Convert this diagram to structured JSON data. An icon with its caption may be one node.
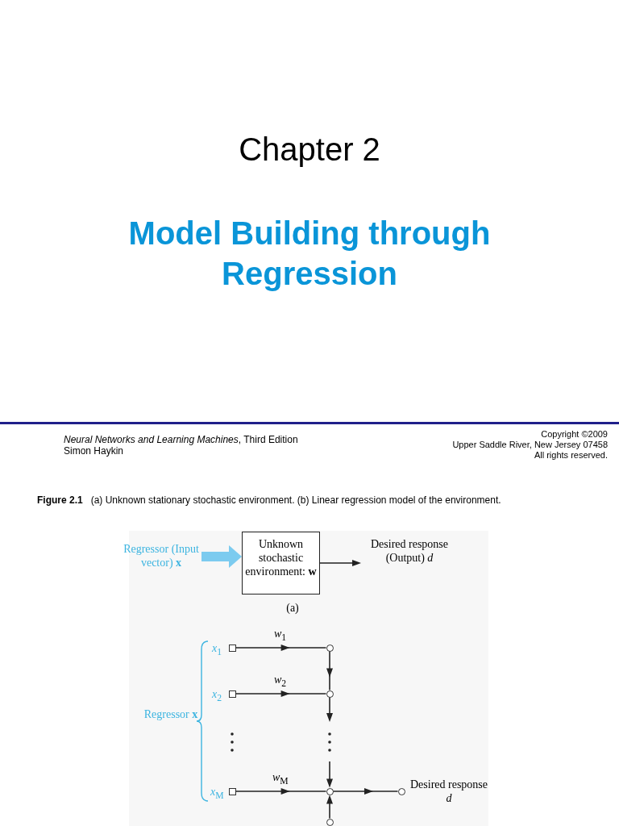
{
  "diagram": {
    "caption": "**Figure 2.1**   (a) Unknown stationary stochastic environment. (b) Linear regression model of the environment.",
    "nodes": [
      {
        "text": [
          "Regressor (Input vector) **x**"
        ]
      },
      {
        "text": [
          "Unknown stochastic environment: **w**"
        ]
      },
      {
        "text": [
          "Desired response (Output) *d*"
        ]
      },
      {
        "text": [],
        "shape": "box",
        "beside": [
          "*x*$_{1}$"
        ]
      },
      {
        "text": [],
        "shape": "box",
        "beside": [
          "*x*$_{2}$"
        ]
      },
      {
        "text": [],
        "shape": "box",
        "beside": [
          "*x*$_{M}$"
        ]
      },
      {
        "text": [],
        "shape": "circle"
      },
      {
        "text": [],
        "shape": "circle"
      },
      {
        "text": [],
        "shape": "circle"
      },
      {
        "text": [],
        "shape": "circle",
        "beside": [
          "Desired response *d*"
        ]
      },
      {
        "text": [],
        "shape": "circle"
      }
    ],
    "edges": [
      {
        "from": 0,
        "to": 1,
        "arrow": "to",
        "style": "thick",
        "color": "#7ccbef"
      },
      {
        "from": 1,
        "to": 2,
        "arrow": "to"
      },
      {
        "from": 3,
        "to": 6,
        "arrow": "to",
        "label": "*w*$_{1}$"
      },
      {
        "from": 4,
        "to": 7,
        "arrow": "to",
        "label": "*w*$_{2}$"
      },
      {
        "from": 5,
        "to": 8,
        "arrow": "to",
        "label": "*w*$_{M}$"
      },
      {
        "from": 6,
        "to": 7,
        "arrow": "to"
      },
      {
        "from": 7,
        "to": null,
        "arrow": "to"
      },
      {
        "from": null,
        "to": 8,
        "arrow": "to"
      },
      {
        "from": 8,
        "to": 9,
        "arrow": "to"
      },
      {
        "from": 10,
        "to": 8,
        "arrow": "to"
      }
    ],
    "labels": [
      "Chapter 2",
      "Model Building through Regression",
      "*Neural Networks and Learning Machines*, Third Edition",
      "Simon Haykin",
      "Copyright ©2009",
      "Upper Saddle River, New Jersey 07458",
      "All rights reserved.",
      "(a)",
      "Regressor **x**"
    ]
  }
}
